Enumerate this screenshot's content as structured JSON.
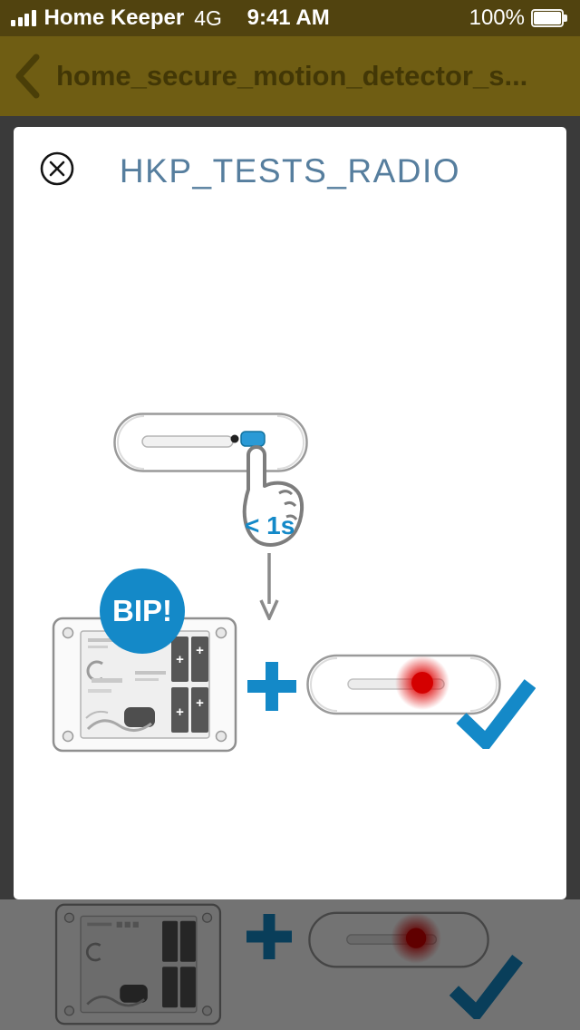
{
  "status_bar": {
    "carrier": "Home Keeper",
    "network": "4G",
    "time": "9:41 AM",
    "battery_percent": "100%",
    "signal_strength": "4 of 4 bars"
  },
  "nav_header": {
    "title": "home_secure_motion_detector_s..."
  },
  "modal": {
    "title": "HKP_TESTS_RADIO",
    "press_hint": "< 1s",
    "beep_badge": "BIP!"
  },
  "illustration": {
    "battery_polarity": "+",
    "steps": "press device button for less than 1 second, base unit beeps, device LED lights red, success"
  },
  "icons": {
    "back": "chevron-left-icon",
    "close": "close-circle-icon",
    "signal": "signal-bars-icon",
    "battery": "battery-icon",
    "press": "hand-press-icon",
    "arrow": "arrow-down-icon",
    "plus": "plus-icon",
    "success": "checkmark-icon"
  },
  "colors": {
    "accent_blue": "#1489c8",
    "title_blue": "#567e9e",
    "header_bg": "#6f5d13",
    "statusbar_bg": "#51430f",
    "led_red": "#dd0000"
  }
}
